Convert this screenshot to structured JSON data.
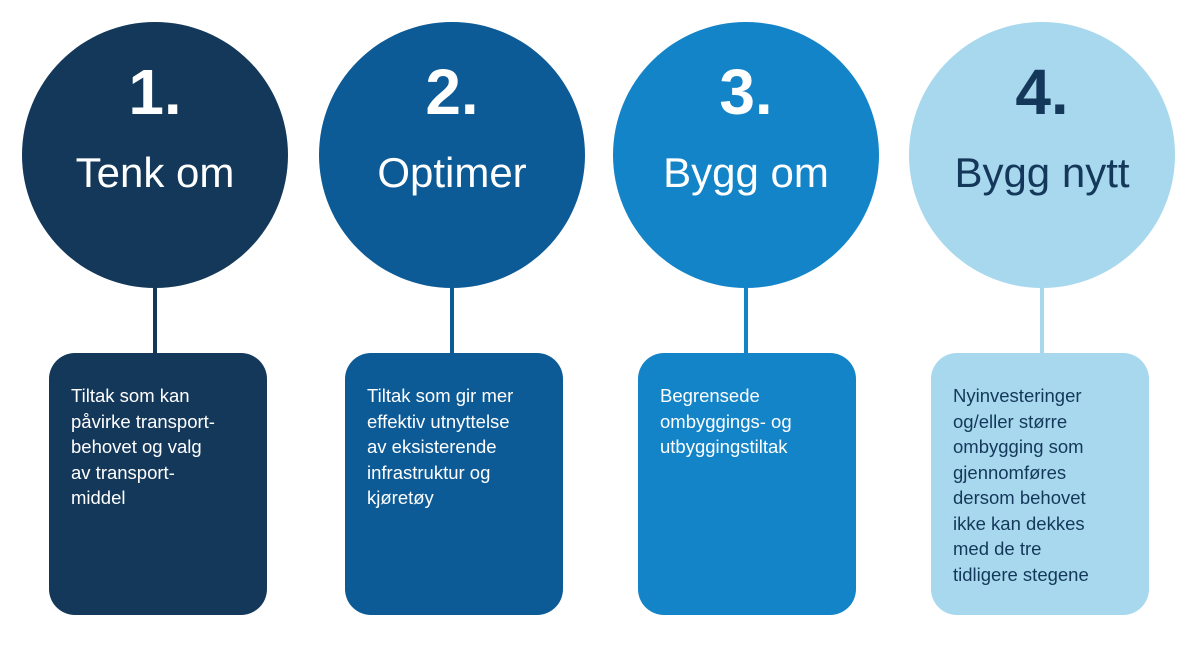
{
  "steps": [
    {
      "number": "1.",
      "title": "Tenk om",
      "lines": [
        "Tiltak som kan",
        "påvirke transport-",
        "behovet og valg",
        "av transport-",
        "middel"
      ],
      "color": "#14385a",
      "text_color": "#ffffff"
    },
    {
      "number": "2.",
      "title": "Optimer",
      "lines": [
        "Tiltak som gir mer",
        "effektiv utnyttelse",
        "av eksisterende",
        "infrastruktur og",
        "kjøretøy"
      ],
      "color": "#0c5a96",
      "text_color": "#ffffff"
    },
    {
      "number": "3.",
      "title": "Bygg om",
      "lines": [
        "Begrensede",
        "ombyggings- og",
        "utbyggingstiltak"
      ],
      "color": "#1484c8",
      "text_color": "#ffffff"
    },
    {
      "number": "4.",
      "title": "Bygg nytt",
      "lines": [
        "Nyinvesteringer",
        "og/eller større",
        "ombygging som",
        "gjennomføres",
        "dersom behovet",
        "ikke kan dekkes",
        "med de tre",
        "tidligere stegene"
      ],
      "color": "#a8d8ee",
      "text_color": "#14385a"
    }
  ]
}
